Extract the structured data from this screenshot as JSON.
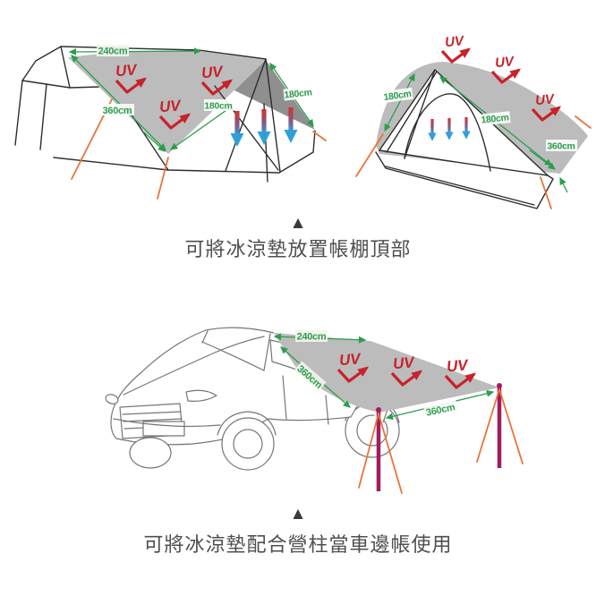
{
  "scene_tents": {
    "caption": "可將冰涼墊放置帳棚頂部",
    "pointer": "▲",
    "left_tent": {
      "uv": "UV",
      "top_width": "240cm",
      "slant_length": "360cm",
      "mid_height": "180cm",
      "side_height": "180cm"
    },
    "right_tent": {
      "uv": "UV",
      "left_edge": "180cm",
      "ridge_length": "180cm",
      "side_length": "360cm"
    }
  },
  "scene_car": {
    "caption": "可將冰涼墊配合營柱當車邊帳使用",
    "pointer": "▲",
    "uv": "UV",
    "top_width": "240cm",
    "slant_length": "360cm",
    "bottom_length": "360cm"
  },
  "colors": {
    "dimension_green": "#2b9e4d",
    "uv_red": "#c8222a",
    "tarp_light": "#bcbcbc",
    "tarp_dark": "#8f8f8f",
    "tent_line": "#2e2e2e",
    "car_line": "#767676",
    "guy_line_orange": "#e8743c",
    "pole_magenta": "#a21d5e",
    "heat_arrow_hot": "#d63425",
    "heat_arrow_cold": "#2ea0d8",
    "caption_gray": "#4f4f4f"
  }
}
